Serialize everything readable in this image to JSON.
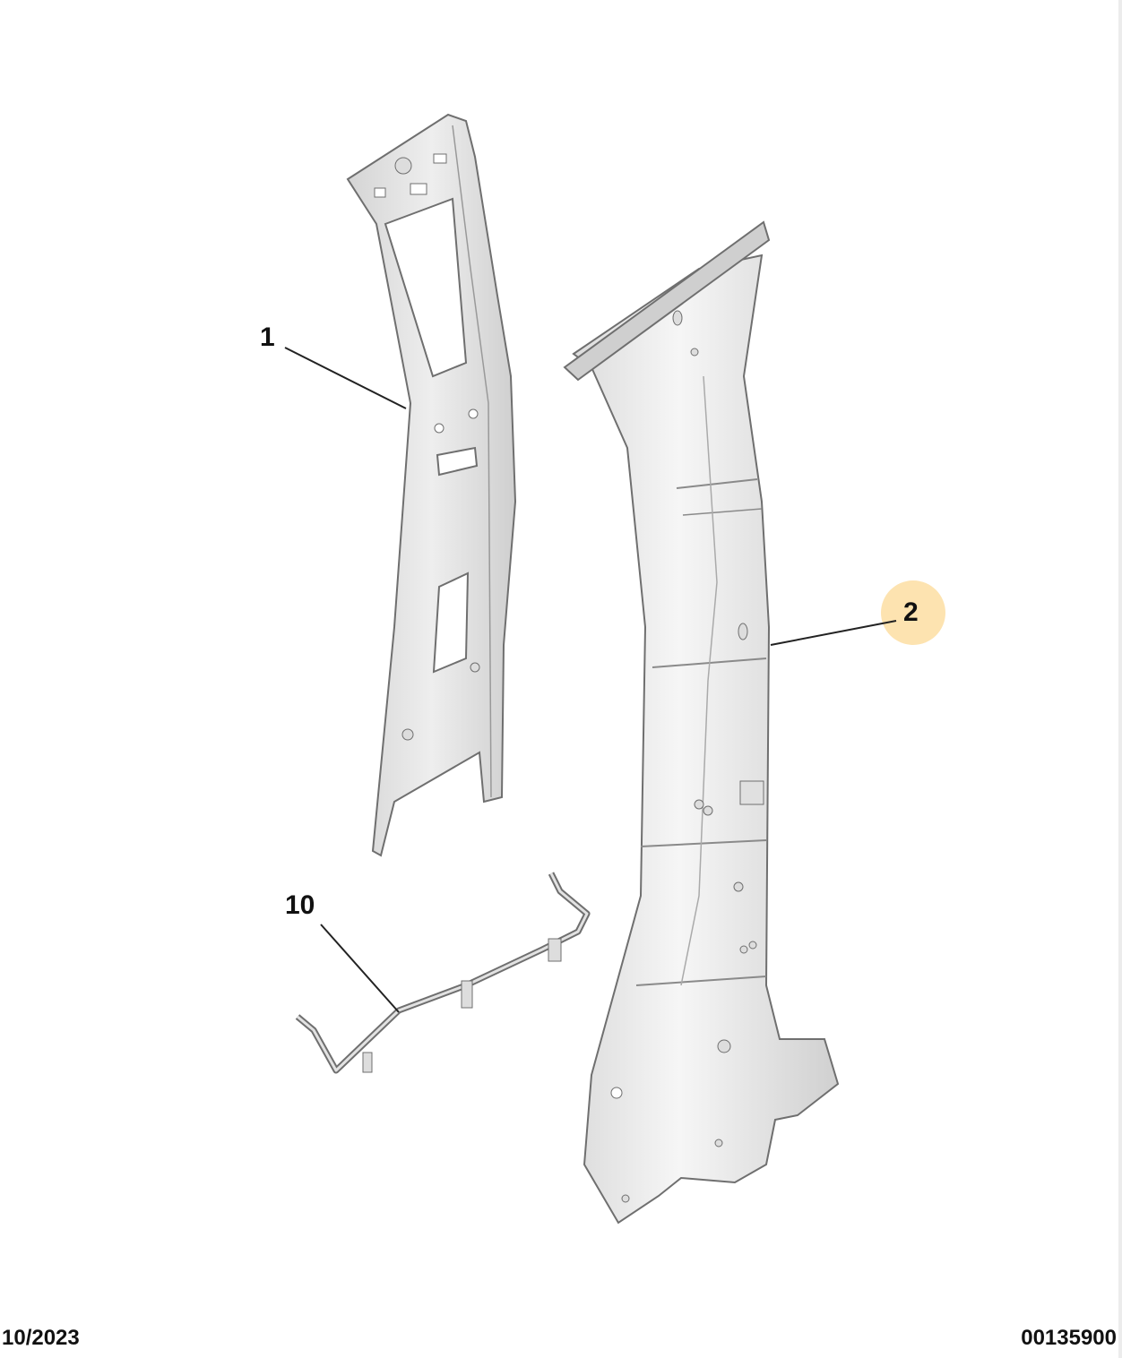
{
  "diagram": {
    "callouts": [
      {
        "label": "1",
        "part": "inner-pillar-panel"
      },
      {
        "label": "2",
        "part": "outer-pillar-reinforcement",
        "highlighted": true
      },
      {
        "label": "10",
        "part": "wiring-bracket"
      }
    ],
    "footer": {
      "date": "10/2023",
      "reference": "00135900"
    }
  },
  "colors": {
    "highlight": "#fde3b0",
    "part_fill": "#e6e6e6",
    "part_stroke": "#6f6f6f",
    "leader": "#222222"
  }
}
